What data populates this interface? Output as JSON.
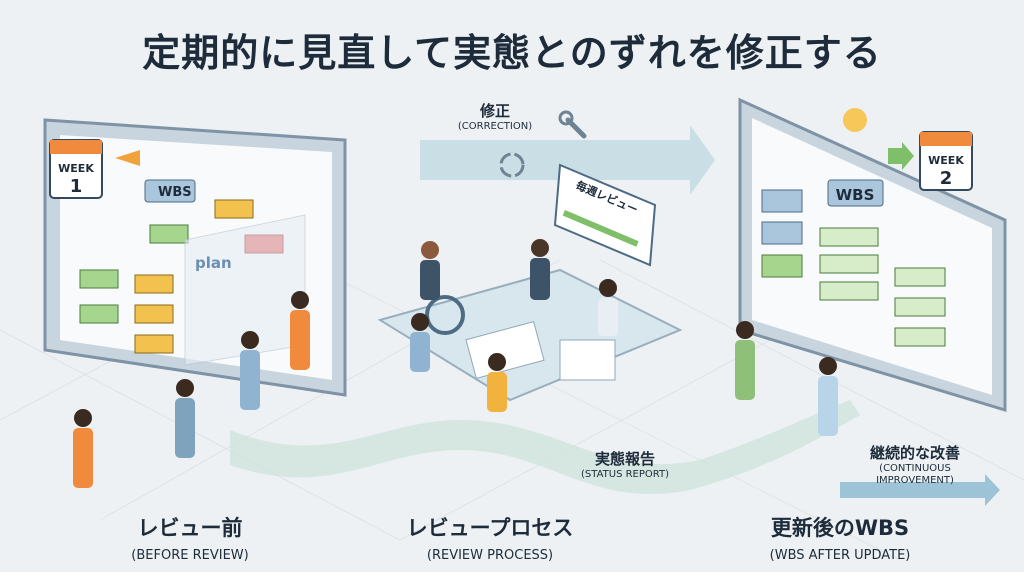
{
  "title": "定期的に見直して実態とのずれを修正する",
  "correction": {
    "jp": "修正",
    "en": "(CORRECTION)"
  },
  "status_report": {
    "jp": "実態報告",
    "en": "(STATUS REPORT)"
  },
  "continuous": {
    "jp": "継続的な改善",
    "en_line1": "(CONTINUOUS",
    "en_line2": "IMPROVEMENT)"
  },
  "sections": [
    {
      "jp": "レビュー前",
      "en": "(BEFORE REVIEW)"
    },
    {
      "jp": "レビュープロセス",
      "en": "(REVIEW PROCESS)"
    },
    {
      "jp": "更新後のWBS",
      "en": "(WBS AFTER UPDATE)"
    }
  ],
  "left_screen": {
    "wbs_label": "WBS",
    "plan_label": "plan",
    "calendar_week": "WEEK",
    "calendar_num": "1"
  },
  "right_screen": {
    "wbs_label": "WBS",
    "calendar_week": "WEEK",
    "calendar_num": "2"
  },
  "weekly_review": "毎週レビュー",
  "colors": {
    "title": "#1d2b3a",
    "green": "#7fbf6a",
    "warning": "#f2c14e",
    "error": "#e5605a",
    "blue": "#8fb3d1",
    "accent": "#f08a3c"
  }
}
